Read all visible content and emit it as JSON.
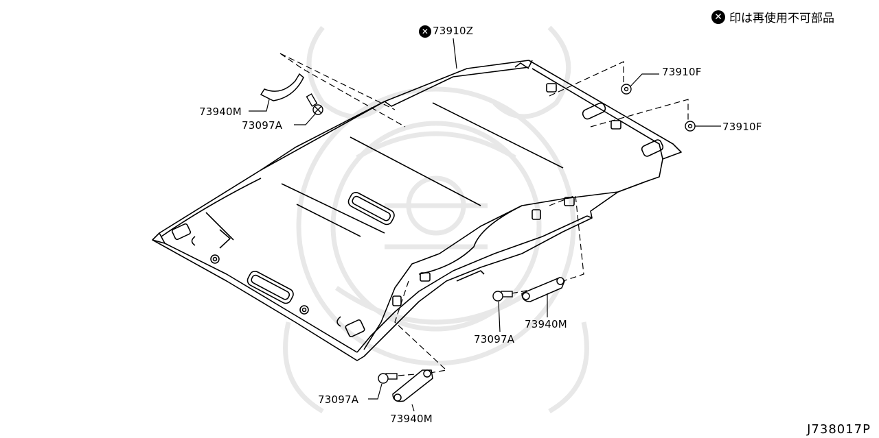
{
  "legend": {
    "icon": "x-circle-icon",
    "text": "印は再使用不可部品"
  },
  "diagram_id": "J738017P",
  "parts": {
    "headlining": "73910Z",
    "clip_upper": "73910F",
    "clip_lower": "73910F",
    "grip_left": "73940M",
    "screw_left": "73097A",
    "grip_right": "73940M",
    "screw_right": "73097A",
    "grip_bottom": "73940M",
    "screw_bottom": "73097A"
  },
  "colors": {
    "line": "#000000",
    "watermark": "#e6e6e6"
  }
}
